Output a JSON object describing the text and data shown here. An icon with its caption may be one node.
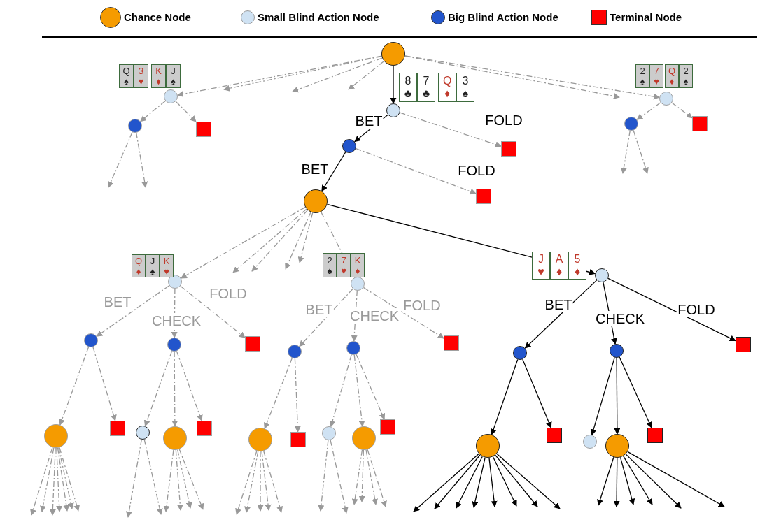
{
  "diagram": {
    "nodes": [
      {
        "text": [],
        "shape": "circle"
      },
      {
        "text": [],
        "shape": "circle",
        "beside": [
          "Q♠",
          "3♥",
          "K♦",
          "J♠"
        ]
      },
      {
        "text": [],
        "shape": "circle",
        "beside": [
          "8♣",
          "7♣",
          "Q♦",
          "3♠"
        ]
      },
      {
        "text": [],
        "shape": "circle",
        "beside": [
          "2♠",
          "7♥",
          "Q♦",
          "2♠"
        ]
      },
      {
        "text": [],
        "shape": "circle"
      },
      {
        "text": [],
        "shape": "box"
      },
      {
        "text": [],
        "shape": "circle"
      },
      {
        "text": [],
        "shape": "box"
      },
      {
        "text": [],
        "shape": "circle"
      },
      {
        "text": [],
        "shape": "box"
      },
      {
        "text": [],
        "shape": "circle"
      },
      {
        "text": [],
        "shape": "box"
      },
      {
        "text": [],
        "shape": "circle",
        "beside": [
          "Q♦",
          "J♠",
          "K♥"
        ]
      },
      {
        "text": [],
        "shape": "circle",
        "beside": [
          "2♠",
          "7♥",
          "K♦"
        ]
      },
      {
        "text": [],
        "shape": "circle",
        "beside": [
          "J♥",
          "A♦",
          "5♦"
        ]
      },
      {
        "text": [],
        "shape": "circle"
      },
      {
        "text": [],
        "shape": "circle"
      },
      {
        "text": [],
        "shape": "box"
      },
      {
        "text": [],
        "shape": "circle"
      },
      {
        "text": [],
        "shape": "circle"
      },
      {
        "text": [],
        "shape": "box"
      },
      {
        "text": [],
        "shape": "circle"
      },
      {
        "text": [],
        "shape": "circle"
      },
      {
        "text": [],
        "shape": "box"
      },
      {
        "text": [],
        "shape": "circle"
      },
      {
        "text": [],
        "shape": "box"
      },
      {
        "text": [],
        "shape": "circle"
      },
      {
        "text": [],
        "shape": "circle"
      },
      {
        "text": [],
        "shape": "box"
      },
      {
        "text": [],
        "shape": "circle"
      },
      {
        "text": [],
        "shape": "box"
      },
      {
        "text": [],
        "shape": "circle"
      },
      {
        "text": [],
        "shape": "circle"
      },
      {
        "text": [],
        "shape": "box"
      },
      {
        "text": [],
        "shape": "circle"
      },
      {
        "text": [],
        "shape": "box"
      },
      {
        "text": [],
        "shape": "circle"
      },
      {
        "text": [],
        "shape": "circle"
      },
      {
        "text": [],
        "shape": "box"
      }
    ],
    "edges": [
      {
        "from": 0,
        "to": 1,
        "arrow": "to",
        "style": "dashed"
      },
      {
        "from": 0,
        "to": null,
        "arrow": "to",
        "style": "dashed"
      },
      {
        "from": 0,
        "to": null,
        "arrow": "to",
        "style": "dashed"
      },
      {
        "from": 0,
        "to": null,
        "arrow": "to",
        "style": "dashed"
      },
      {
        "from": 0,
        "to": 2,
        "arrow": "to",
        "color": "#000000"
      },
      {
        "from": 0,
        "to": null,
        "arrow": "to",
        "style": "dashed"
      },
      {
        "from": 0,
        "to": 3,
        "arrow": "to",
        "style": "dashed"
      },
      {
        "from": 1,
        "to": 4,
        "arrow": "to",
        "style": "dashed"
      },
      {
        "from": 1,
        "to": 5,
        "arrow": "to",
        "style": "dashed"
      },
      {
        "from": 4,
        "to": null,
        "arrow": "to",
        "style": "dashed"
      },
      {
        "from": 4,
        "to": null,
        "arrow": "to",
        "style": "dashed"
      },
      {
        "from": 2,
        "to": 8,
        "arrow": "to",
        "label": "BET",
        "color": "#000000"
      },
      {
        "from": 2,
        "to": 9,
        "arrow": "to",
        "label": "FOLD",
        "style": "dashed"
      },
      {
        "from": 3,
        "to": 6,
        "arrow": "to",
        "style": "dashed"
      },
      {
        "from": 3,
        "to": 7,
        "arrow": "to",
        "style": "dashed"
      },
      {
        "from": 6,
        "to": null,
        "arrow": "to",
        "style": "dashed"
      },
      {
        "from": 6,
        "to": null,
        "arrow": "to",
        "style": "dashed"
      },
      {
        "from": 8,
        "to": 10,
        "arrow": "to",
        "label": "BET",
        "color": "#000000"
      },
      {
        "from": 8,
        "to": 11,
        "arrow": "to",
        "label": "FOLD",
        "style": "dashed"
      },
      {
        "from": 10,
        "to": 12,
        "arrow": "to",
        "style": "dashed"
      },
      {
        "from": 10,
        "to": null,
        "arrow": "to",
        "style": "dashed"
      },
      {
        "from": 10,
        "to": null,
        "arrow": "to",
        "style": "dashed"
      },
      {
        "from": 10,
        "to": null,
        "arrow": "to",
        "style": "dashed"
      },
      {
        "from": 10,
        "to": null,
        "arrow": "to",
        "style": "dashed"
      },
      {
        "from": 10,
        "to": 13,
        "arrow": "to",
        "style": "dashed"
      },
      {
        "from": 10,
        "to": 14,
        "arrow": "to",
        "color": "#000000"
      },
      {
        "from": 12,
        "to": 15,
        "arrow": "to",
        "label": "BET",
        "style": "dashed"
      },
      {
        "from": 12,
        "to": 16,
        "arrow": "to",
        "label": "CHECK",
        "style": "dashed"
      },
      {
        "from": 12,
        "to": 17,
        "arrow": "to",
        "label": "FOLD",
        "style": "dashed"
      },
      {
        "from": 13,
        "to": 18,
        "arrow": "to",
        "label": "BET",
        "style": "dashed"
      },
      {
        "from": 13,
        "to": 19,
        "arrow": "to",
        "label": "CHECK",
        "style": "dashed"
      },
      {
        "from": 13,
        "to": 20,
        "arrow": "to",
        "label": "FOLD",
        "style": "dashed"
      },
      {
        "from": 14,
        "to": 21,
        "arrow": "to",
        "label": "BET",
        "color": "#000000"
      },
      {
        "from": 14,
        "to": 22,
        "arrow": "to",
        "label": "CHECK",
        "color": "#000000"
      },
      {
        "from": 14,
        "to": 23,
        "arrow": "to",
        "label": "FOLD",
        "color": "#000000"
      },
      {
        "from": 15,
        "to": 24,
        "arrow": "to",
        "style": "dashed"
      },
      {
        "from": 15,
        "to": 25,
        "arrow": "to",
        "style": "dashed"
      },
      {
        "from": 16,
        "to": 26,
        "arrow": "to",
        "style": "dashed"
      },
      {
        "from": 16,
        "to": 27,
        "arrow": "to",
        "style": "dashed"
      },
      {
        "from": 16,
        "to": 28,
        "arrow": "to",
        "style": "dashed"
      },
      {
        "from": 18,
        "to": 29,
        "arrow": "to",
        "style": "dashed"
      },
      {
        "from": 18,
        "to": 30,
        "arrow": "to",
        "style": "dashed"
      },
      {
        "from": 19,
        "to": 31,
        "arrow": "to",
        "style": "dashed"
      },
      {
        "from": 19,
        "to": 32,
        "arrow": "to",
        "style": "dashed"
      },
      {
        "from": 19,
        "to": 33,
        "arrow": "to",
        "style": "dashed"
      },
      {
        "from": 21,
        "to": 34,
        "arrow": "to",
        "color": "#000000"
      },
      {
        "from": 21,
        "to": 35,
        "arrow": "to",
        "color": "#000000"
      },
      {
        "from": 22,
        "to": 36,
        "arrow": "to",
        "color": "#000000"
      },
      {
        "from": 22,
        "to": 37,
        "arrow": "to",
        "color": "#000000"
      },
      {
        "from": 22,
        "to": 38,
        "arrow": "to",
        "color": "#000000"
      },
      {
        "from": 24,
        "to": null,
        "arrow": "to",
        "style": "dashed"
      },
      {
        "from": 24,
        "to": null,
        "arrow": "to",
        "style": "dashed"
      },
      {
        "from": 24,
        "to": null,
        "arrow": "to",
        "style": "dashed"
      },
      {
        "from": 24,
        "to": null,
        "arrow": "to",
        "style": "dashed"
      },
      {
        "from": 24,
        "to": null,
        "arrow": "to",
        "style": "dashed"
      },
      {
        "from": 24,
        "to": null,
        "arrow": "to",
        "style": "dashed"
      },
      {
        "from": 24,
        "to": null,
        "arrow": "to",
        "style": "dashed"
      },
      {
        "from": 26,
        "to": null,
        "arrow": "to",
        "style": "dashed"
      },
      {
        "from": 26,
        "to": null,
        "arrow": "to",
        "style": "dashed"
      },
      {
        "from": 27,
        "to": null,
        "arrow": "to",
        "style": "dashed"
      },
      {
        "from": 27,
        "to": null,
        "arrow": "to",
        "style": "dashed"
      },
      {
        "from": 27,
        "to": null,
        "arrow": "to",
        "style": "dashed"
      },
      {
        "from": 27,
        "to": null,
        "arrow": "to",
        "style": "dashed"
      },
      {
        "from": 29,
        "to": null,
        "arrow": "to",
        "style": "dashed"
      },
      {
        "from": 29,
        "to": null,
        "arrow": "to",
        "style": "dashed"
      },
      {
        "from": 29,
        "to": null,
        "arrow": "to",
        "style": "dashed"
      },
      {
        "from": 29,
        "to": null,
        "arrow": "to",
        "style": "dashed"
      },
      {
        "from": 29,
        "to": null,
        "arrow": "to",
        "style": "dashed"
      },
      {
        "from": 31,
        "to": null,
        "arrow": "to",
        "style": "dashed"
      },
      {
        "from": 31,
        "to": null,
        "arrow": "to",
        "style": "dashed"
      },
      {
        "from": 32,
        "to": null,
        "arrow": "to",
        "style": "dashed"
      },
      {
        "from": 32,
        "to": null,
        "arrow": "to",
        "style": "dashed"
      },
      {
        "from": 32,
        "to": null,
        "arrow": "to",
        "style": "dashed"
      },
      {
        "from": 32,
        "to": null,
        "arrow": "to",
        "style": "dashed"
      },
      {
        "from": 34,
        "to": null,
        "arrow": "to",
        "color": "#000000"
      },
      {
        "from": 34,
        "to": null,
        "arrow": "to",
        "color": "#000000"
      },
      {
        "from": 34,
        "to": null,
        "arrow": "to",
        "color": "#000000"
      },
      {
        "from": 34,
        "to": null,
        "arrow": "to",
        "color": "#000000"
      },
      {
        "from": 34,
        "to": null,
        "arrow": "to",
        "color": "#000000"
      },
      {
        "from": 34,
        "to": null,
        "arrow": "to",
        "color": "#000000"
      },
      {
        "from": 34,
        "to": null,
        "arrow": "to",
        "color": "#000000"
      },
      {
        "from": 34,
        "to": null,
        "arrow": "to",
        "color": "#000000"
      },
      {
        "from": 37,
        "to": null,
        "arrow": "to",
        "color": "#000000"
      },
      {
        "from": 37,
        "to": null,
        "arrow": "to",
        "color": "#000000"
      },
      {
        "from": 37,
        "to": null,
        "arrow": "to",
        "color": "#000000"
      },
      {
        "from": 37,
        "to": null,
        "arrow": "to",
        "color": "#000000"
      },
      {
        "from": 37,
        "to": null,
        "arrow": "to",
        "color": "#000000"
      },
      {
        "from": 37,
        "to": null,
        "arrow": "to",
        "color": "#000000"
      }
    ],
    "legend": [
      {
        "text": "Chance Node",
        "color": "#f59b00"
      },
      {
        "text": "Small Blind Action Node",
        "color": "#cfe2f3"
      },
      {
        "text": "Big Blind Action Node",
        "color": "#2255cc"
      },
      {
        "text": "Terminal Node",
        "color": "#ff0000"
      }
    ]
  }
}
